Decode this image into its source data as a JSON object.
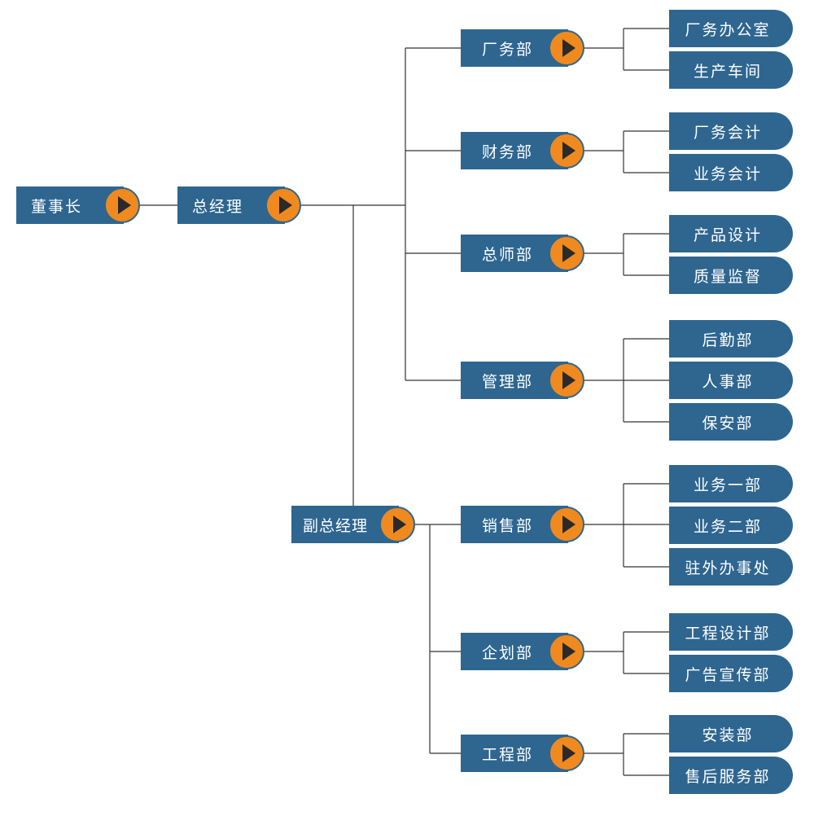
{
  "colors": {
    "box": "#2e6690",
    "button": "#f08a1f",
    "arrow": "#2a2a2a",
    "line": "#333333"
  },
  "icon": "play-arrow-icon",
  "chairman": "董事长",
  "gm": "总经理",
  "deputy_gm": "副总经理",
  "departments": [
    {
      "label": "厂务部",
      "children": [
        "厂务办公室",
        "生产车间"
      ]
    },
    {
      "label": "财务部",
      "children": [
        "厂务会计",
        "业务会计"
      ]
    },
    {
      "label": "总师部",
      "children": [
        "产品设计",
        "质量监督"
      ]
    },
    {
      "label": "管理部",
      "children": [
        "后勤部",
        "人事部",
        "保安部"
      ]
    },
    {
      "label": "销售部",
      "children": [
        "业务一部",
        "业务二部",
        "驻外办事处"
      ]
    },
    {
      "label": "企划部",
      "children": [
        "工程设计部",
        "广告宣传部"
      ]
    },
    {
      "label": "工程部",
      "children": [
        "安装部",
        "售后服务部"
      ]
    }
  ]
}
